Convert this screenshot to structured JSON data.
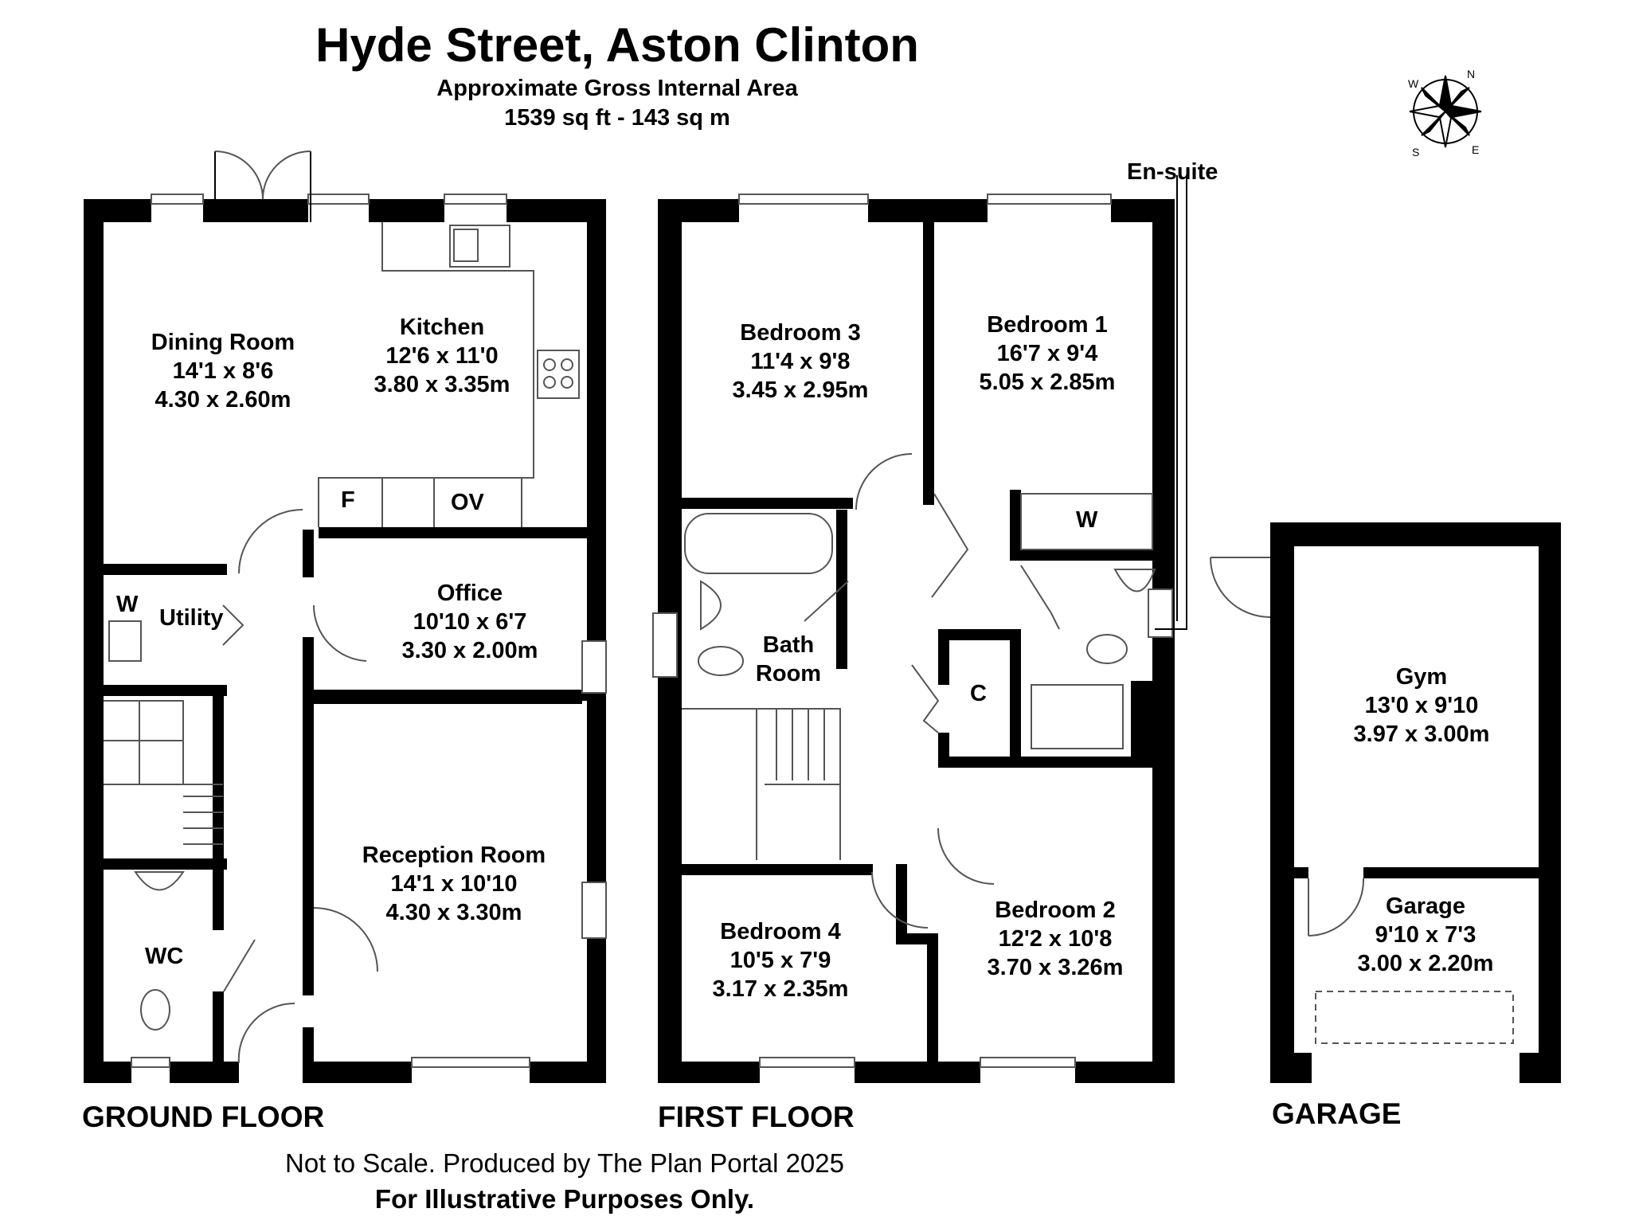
{
  "header": {
    "title": "Hyde Street, Aston Clinton",
    "subtitle": "Approximate Gross Internal Area",
    "area": "1539 sq ft - 143 sq m"
  },
  "floors": {
    "ground": "GROUND FLOOR",
    "first": "FIRST FLOOR",
    "garage": "GARAGE"
  },
  "rooms": {
    "dining": {
      "name": "Dining Room",
      "imperial": "14'1 x 8'6",
      "metric": "4.30 x 2.60m"
    },
    "kitchen": {
      "name": "Kitchen",
      "imperial": "12'6 x 11'0",
      "metric": "3.80 x 3.35m"
    },
    "office": {
      "name": "Office",
      "imperial": "10'10 x 6'7",
      "metric": "3.30 x 2.00m"
    },
    "reception": {
      "name": "Reception Room",
      "imperial": "14'1 x 10'10",
      "metric": "4.30 x 3.30m"
    },
    "utility": {
      "name": "Utility"
    },
    "wc": {
      "name": "WC"
    },
    "bedroom3": {
      "name": "Bedroom 3",
      "imperial": "11'4 x 9'8",
      "metric": "3.45 x 2.95m"
    },
    "bedroom1": {
      "name": "Bedroom 1",
      "imperial": "16'7 x 9'4",
      "metric": "5.05 x 2.85m"
    },
    "bathroom": {
      "line1": "Bath",
      "line2": "Room"
    },
    "bedroom4": {
      "name": "Bedroom 4",
      "imperial": "10'5 x 7'9",
      "metric": "3.17 x 2.35m"
    },
    "bedroom2": {
      "name": "Bedroom 2",
      "imperial": "12'2 x 10'8",
      "metric": "3.70 x 3.26m"
    },
    "gym": {
      "name": "Gym",
      "imperial": "13'0 x 9'10",
      "metric": "3.97 x 3.00m"
    },
    "garage": {
      "name": "Garage",
      "imperial": "9'10 x 7'3",
      "metric": "3.00 x 2.20m"
    }
  },
  "labels": {
    "en_suite": "En-suite",
    "fridge": "F",
    "oven": "OV",
    "wardrobe_ground": "W",
    "wardrobe_first": "W",
    "cupboard": "C"
  },
  "compass": {
    "n": "N",
    "e": "E",
    "s": "S",
    "w": "W"
  },
  "footer": {
    "line1": "Not to Scale. Produced by The Plan Portal 2025",
    "line2": "For Illustrative Purposes Only."
  }
}
